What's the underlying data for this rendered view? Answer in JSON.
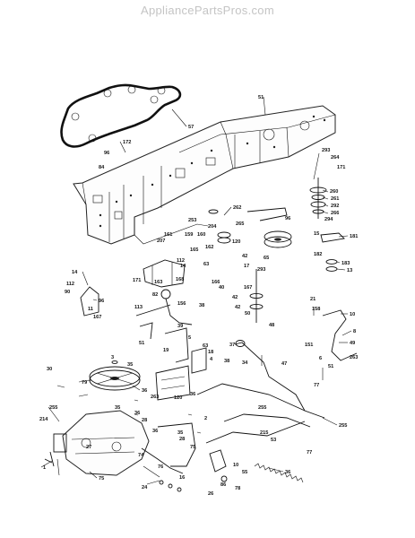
{
  "watermark": "AppliancePartsPros.com",
  "callouts": [
    {
      "id": "c51a",
      "text": "51"
    },
    {
      "id": "c57",
      "text": "57"
    },
    {
      "id": "c96a",
      "text": "96"
    },
    {
      "id": "c172",
      "text": "172"
    },
    {
      "id": "c84",
      "text": "84"
    },
    {
      "id": "c293",
      "text": "293"
    },
    {
      "id": "c264",
      "text": "264"
    },
    {
      "id": "c171a",
      "text": "171"
    },
    {
      "id": "c260",
      "text": "260"
    },
    {
      "id": "c261",
      "text": "261"
    },
    {
      "id": "c292",
      "text": "292"
    },
    {
      "id": "c266",
      "text": "266"
    },
    {
      "id": "c294",
      "text": "294"
    },
    {
      "id": "c262",
      "text": "262"
    },
    {
      "id": "c253a",
      "text": "253"
    },
    {
      "id": "c204",
      "text": "204"
    },
    {
      "id": "c96b",
      "text": "96"
    },
    {
      "id": "c265",
      "text": "265"
    },
    {
      "id": "c120a",
      "text": "120"
    },
    {
      "id": "c161",
      "text": "161"
    },
    {
      "id": "c207",
      "text": "207"
    },
    {
      "id": "c159",
      "text": "159"
    },
    {
      "id": "c160",
      "text": "160"
    },
    {
      "id": "c162",
      "text": "162"
    },
    {
      "id": "c165",
      "text": "165"
    },
    {
      "id": "c112a",
      "text": "112"
    },
    {
      "id": "c14a",
      "text": "14"
    },
    {
      "id": "c63",
      "text": "63"
    },
    {
      "id": "c17",
      "text": "17"
    },
    {
      "id": "c181",
      "text": "181"
    },
    {
      "id": "c15",
      "text": "15"
    },
    {
      "id": "c65",
      "text": "65"
    },
    {
      "id": "c293b",
      "text": "293"
    },
    {
      "id": "c42a",
      "text": "42"
    },
    {
      "id": "c182",
      "text": "182"
    },
    {
      "id": "c183",
      "text": "183"
    },
    {
      "id": "c13",
      "text": "13"
    },
    {
      "id": "c14b",
      "text": "14"
    },
    {
      "id": "c112b",
      "text": "112"
    },
    {
      "id": "c90",
      "text": "90"
    },
    {
      "id": "c96c",
      "text": "96"
    },
    {
      "id": "c11",
      "text": "11"
    },
    {
      "id": "c167a",
      "text": "167"
    },
    {
      "id": "c171b",
      "text": "171"
    },
    {
      "id": "c163",
      "text": "163"
    },
    {
      "id": "c168",
      "text": "168"
    },
    {
      "id": "c166",
      "text": "166"
    },
    {
      "id": "c40a",
      "text": "40"
    },
    {
      "id": "c42b",
      "text": "42"
    },
    {
      "id": "c167b",
      "text": "167"
    },
    {
      "id": "c21",
      "text": "21"
    },
    {
      "id": "c82",
      "text": "82"
    },
    {
      "id": "c156",
      "text": "156"
    },
    {
      "id": "c38",
      "text": "38"
    },
    {
      "id": "c42c",
      "text": "42"
    },
    {
      "id": "c50",
      "text": "50"
    },
    {
      "id": "c158",
      "text": "158"
    },
    {
      "id": "c10",
      "text": "10"
    },
    {
      "id": "c113",
      "text": "113"
    },
    {
      "id": "c39",
      "text": "39"
    },
    {
      "id": "c48",
      "text": "48"
    },
    {
      "id": "c8",
      "text": "8"
    },
    {
      "id": "c51b",
      "text": "51"
    },
    {
      "id": "c5",
      "text": "5"
    },
    {
      "id": "c63b",
      "text": "63"
    },
    {
      "id": "c37",
      "text": "37"
    },
    {
      "id": "c151",
      "text": "151"
    },
    {
      "id": "c49",
      "text": "49"
    },
    {
      "id": "c6",
      "text": "6"
    },
    {
      "id": "c19",
      "text": "19"
    },
    {
      "id": "c18",
      "text": "18"
    },
    {
      "id": "c4",
      "text": "4"
    },
    {
      "id": "c3",
      "text": "3"
    },
    {
      "id": "c35a",
      "text": "35"
    },
    {
      "id": "c38b",
      "text": "38"
    },
    {
      "id": "c34",
      "text": "34"
    },
    {
      "id": "c47",
      "text": "47"
    },
    {
      "id": "c51c",
      "text": "51"
    },
    {
      "id": "c263a",
      "text": "263"
    },
    {
      "id": "c30",
      "text": "30"
    },
    {
      "id": "c79",
      "text": "79"
    },
    {
      "id": "c36a",
      "text": "36"
    },
    {
      "id": "c263b",
      "text": "263"
    },
    {
      "id": "c36b",
      "text": "36"
    },
    {
      "id": "c120b",
      "text": "120"
    },
    {
      "id": "c77a",
      "text": "77"
    },
    {
      "id": "c255",
      "text": "255"
    },
    {
      "id": "c35b",
      "text": "35"
    },
    {
      "id": "c36c",
      "text": "36"
    },
    {
      "id": "c28a",
      "text": "28"
    },
    {
      "id": "c255b",
      "text": "255"
    },
    {
      "id": "c2",
      "text": "2"
    },
    {
      "id": "c214",
      "text": "214"
    },
    {
      "id": "c36d",
      "text": "36"
    },
    {
      "id": "c35c",
      "text": "35"
    },
    {
      "id": "c28b",
      "text": "28"
    },
    {
      "id": "c215",
      "text": "215"
    },
    {
      "id": "c53",
      "text": "53"
    },
    {
      "id": "c255c",
      "text": "255"
    },
    {
      "id": "c75a",
      "text": "75"
    },
    {
      "id": "c27",
      "text": "27"
    },
    {
      "id": "c77b",
      "text": "77"
    },
    {
      "id": "c74",
      "text": "74"
    },
    {
      "id": "c76",
      "text": "76"
    },
    {
      "id": "c16",
      "text": "16"
    },
    {
      "id": "c1",
      "text": "1"
    },
    {
      "id": "c75b",
      "text": "75"
    },
    {
      "id": "c24",
      "text": "24"
    },
    {
      "id": "c10b",
      "text": "10"
    },
    {
      "id": "c55",
      "text": "55"
    },
    {
      "id": "c36e",
      "text": "36"
    },
    {
      "id": "c86",
      "text": "86"
    },
    {
      "id": "c26",
      "text": "26"
    },
    {
      "id": "c78",
      "text": "78"
    }
  ]
}
